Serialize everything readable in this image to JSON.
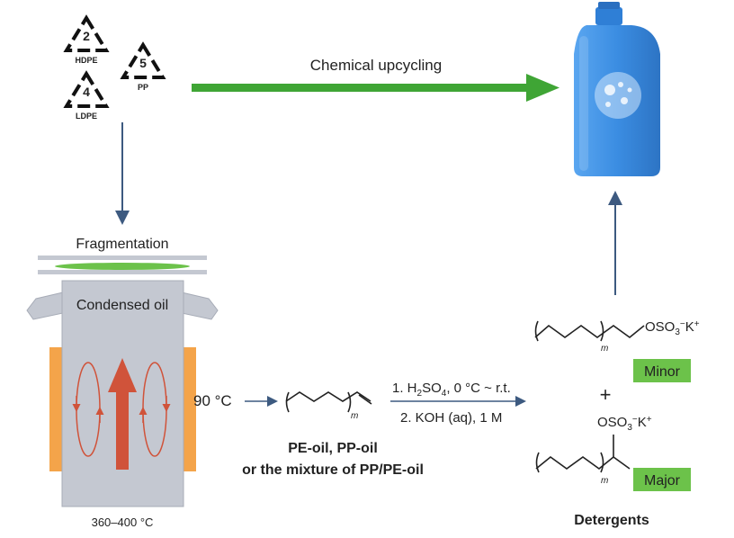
{
  "plastics": [
    {
      "code": "2",
      "name": "HDPE"
    },
    {
      "code": "5",
      "name": "PP"
    },
    {
      "code": "4",
      "name": "LDPE"
    }
  ],
  "arrow_main_label": "Chemical upcycling",
  "reactor": {
    "fragmentation_label": "Fragmentation",
    "condensed_oil_label": "Condensed oil",
    "temperature_range": "360–400 °C",
    "outlet_temp": "90 °C"
  },
  "oil": {
    "subscript_m": "m",
    "caption_line1": "PE-oil, PP-oil",
    "caption_line2": "or the mixture of PP/PE-oil"
  },
  "conditions": {
    "step1_prefix": "1. H",
    "step1_sub1": "2",
    "step1_mid": "SO",
    "step1_sub2": "4",
    "step1_suffix": ", 0 °C ~ r.t.",
    "step2": "2. KOH (aq), 1 M"
  },
  "products": {
    "minor": {
      "sulfate_base": "OSO",
      "sulfate_sub": "3",
      "sulfate_sup1": "−",
      "sulfate_k": "K",
      "sulfate_sup2": "+",
      "subscript_m": "m",
      "tag": "Minor"
    },
    "plus": "+",
    "major": {
      "sulfate_base": "OSO",
      "sulfate_sub": "3",
      "sulfate_sup1": "−",
      "sulfate_k": "K",
      "sulfate_sup2": "+",
      "subscript_m": "m",
      "tag": "Major"
    },
    "caption": "Detergents"
  },
  "colors": {
    "upcycle_arrow": "#3fa535",
    "flow_arrow": "#3d5a80",
    "reactor_body": "#c4c8d1",
    "heater": "#f4a44a",
    "hot_arrow": "#d0533a",
    "oil_layer": "#6cc24a",
    "tag_green": "#6cc24a",
    "bottle": "#3d8ee6"
  }
}
